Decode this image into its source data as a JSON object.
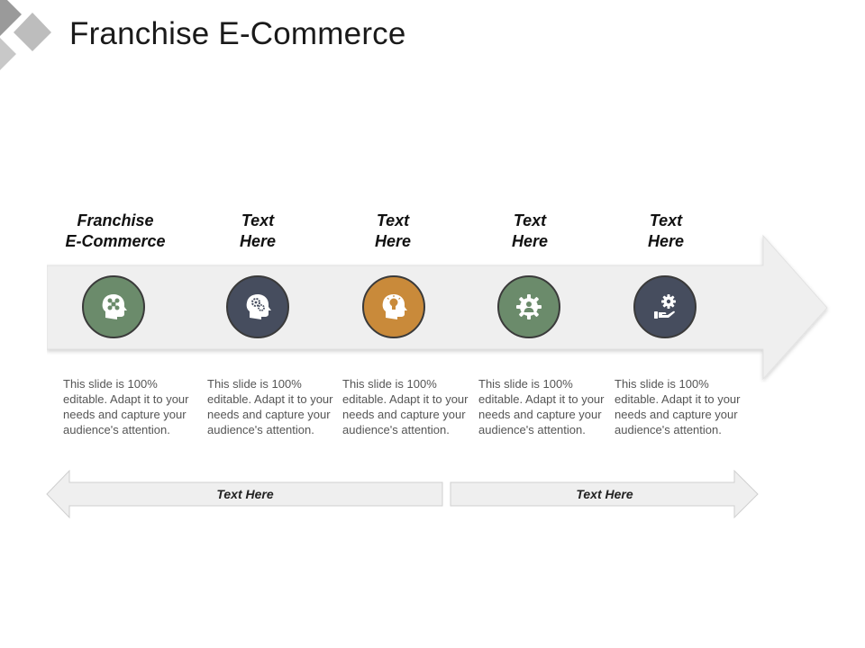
{
  "title": "Franchise E-Commerce",
  "colors": {
    "green": "#6b8b6b",
    "navy": "#464d5e",
    "orange": "#c98a3a",
    "band": "#efefef",
    "arrow_outline": "#cfcfcf"
  },
  "steps": [
    {
      "heading": "Franchise\nE-Commerce",
      "icon": "head-network-icon",
      "color": "#6b8b6b",
      "text": "This slide is 100% editable. Adapt it to your needs and capture your audience's attention."
    },
    {
      "heading": "Text\nHere",
      "icon": "head-gears-icon",
      "color": "#464d5e",
      "text": "This slide is 100% editable. Adapt it to your needs and capture your audience's attention."
    },
    {
      "heading": "Text\nHere",
      "icon": "head-lightbulb-icon",
      "color": "#c98a3a",
      "text": "This slide is 100% editable. Adapt it to your needs and capture your audience's attention."
    },
    {
      "heading": "Text\nHere",
      "icon": "gear-person-icon",
      "color": "#6b8b6b",
      "text": "This slide is 100% editable. Adapt it to your needs and capture your audience's attention."
    },
    {
      "heading": "Text\nHere",
      "icon": "hand-gear-icon",
      "color": "#464d5e",
      "text": "This slide is 100% editable. Adapt it to your needs and capture your audience's attention."
    }
  ],
  "bottom_arrows": [
    {
      "label": "Text Here",
      "direction": "left"
    },
    {
      "label": "Text Here",
      "direction": "right"
    }
  ]
}
